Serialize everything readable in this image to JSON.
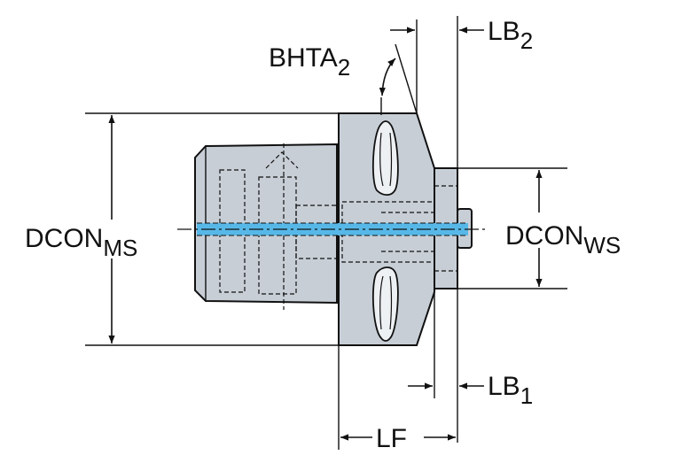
{
  "labels": {
    "bhta": {
      "text": "BHTA",
      "sub": "2"
    },
    "lb2": {
      "text": "LB",
      "sub": "2"
    },
    "dcon_ms": {
      "text": "DCON",
      "sub": "MS"
    },
    "dcon_ws": {
      "text": "DCON",
      "sub": "WS"
    },
    "lb1": {
      "text": "LB",
      "sub": "1"
    },
    "lf": {
      "text": "LF"
    }
  },
  "colors": {
    "body_fill": "#c7ced6",
    "outline": "#111111",
    "coolant": "#57b8e8",
    "background": "#ffffff"
  }
}
